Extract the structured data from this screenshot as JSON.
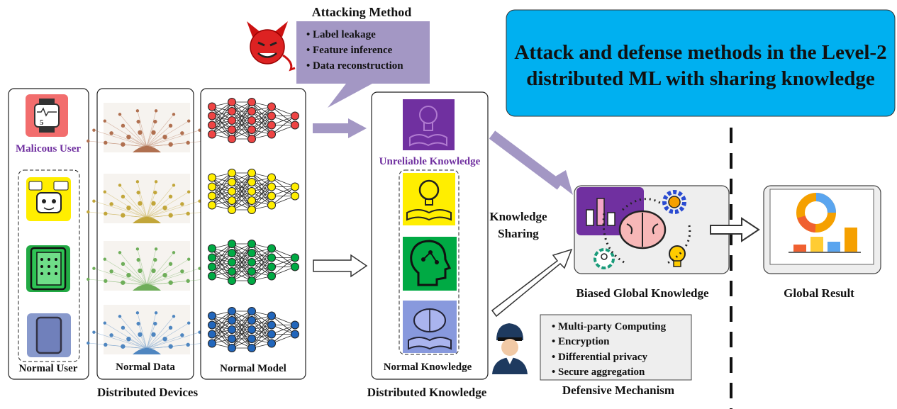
{
  "title": "Attack and defense methods in the Level-2 distributed ML with sharing knowledge",
  "title_lines": [
    "Attack and defense methods in the Level-2",
    "distributed ML with sharing knowledge"
  ],
  "attack": {
    "heading": "Attacking Method",
    "items": [
      "• Label leakage",
      "• Feature inference",
      "• Data reconstruction"
    ]
  },
  "devices": {
    "malicious_label": "Malicous User",
    "normal_user_label": "Normal User",
    "data_label": "Normal Data",
    "model_label": "Normal Model",
    "caption": "Distributed Devices"
  },
  "knowledge": {
    "unreliable_label": "Unreliable Knowledge",
    "normal_label": "Normal Knowledge",
    "caption": "Distributed Knowledge"
  },
  "sharing_lines": [
    "Knowledge",
    "Sharing"
  ],
  "global_knowledge_label": "Biased Global Knowledge",
  "global_result_label": "Global Result",
  "defense": {
    "caption": "Defensive Mechanism",
    "items": [
      "• Multi-party Computing",
      "• Encryption",
      "• Differential privacy",
      "• Secure aggregation"
    ]
  },
  "colors": {
    "title_bg": "#00b0f0",
    "attack_purple": "#a397c4",
    "malicious_text": "#7030a0",
    "red": "#ee4444",
    "yellow": "#ffee00",
    "green": "#00aa44",
    "blue": "#2266bb"
  }
}
